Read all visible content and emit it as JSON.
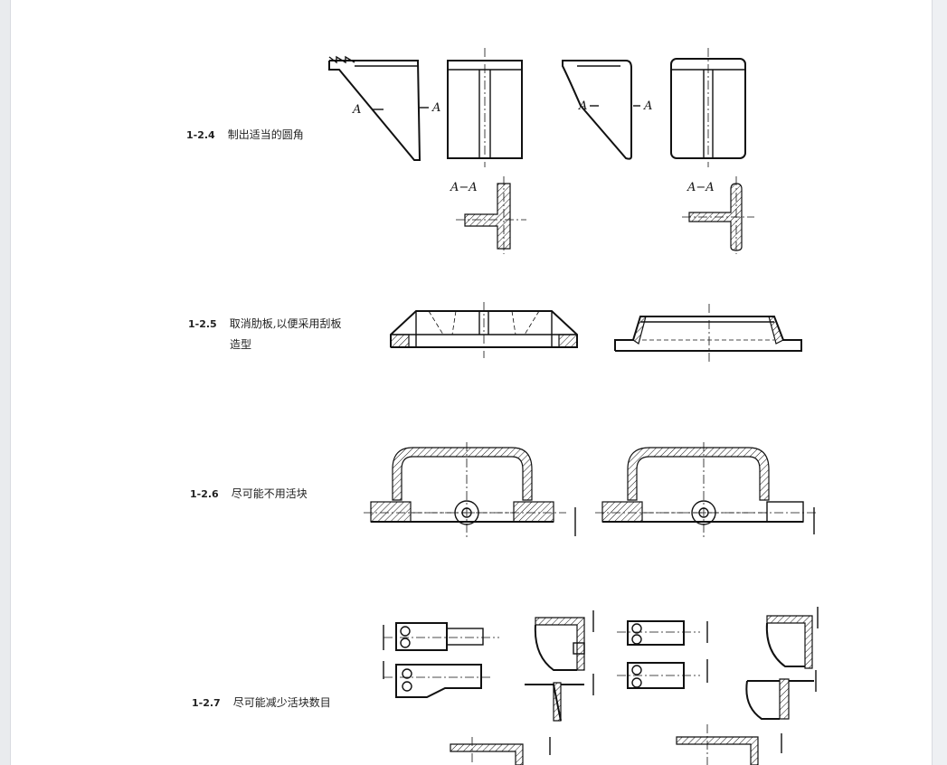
{
  "items": [
    {
      "number": "1-2.4",
      "text": "制出适当的圆角",
      "text_cont": ""
    },
    {
      "number": "1-2.5",
      "text": "取消肋板,以便采用刮板",
      "text_cont": "造型"
    },
    {
      "number": "1-2.6",
      "text": "尽可能不用活块",
      "text_cont": ""
    },
    {
      "number": "1-2.7",
      "text": "尽可能减少活块数目",
      "text_cont": ""
    }
  ],
  "figure_labels": {
    "section_mark": "A",
    "section_title_left": "A−A",
    "section_title_right": "A−A"
  }
}
